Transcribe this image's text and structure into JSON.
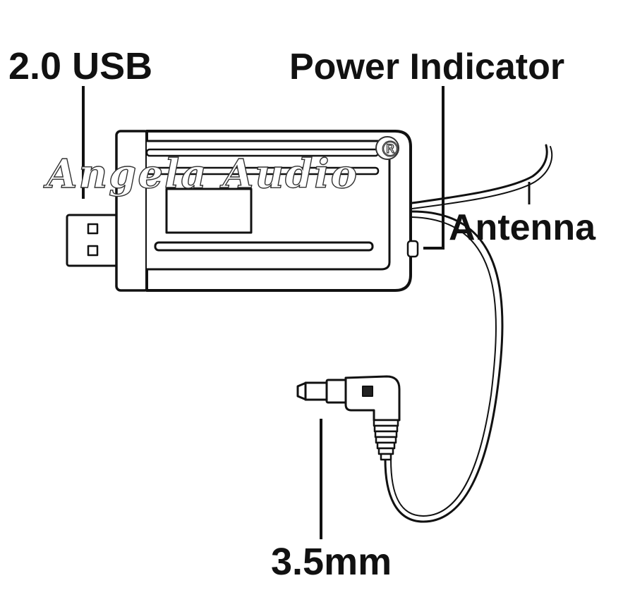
{
  "labels": {
    "usb": "2.0 USB",
    "power_indicator": "Power Indicator",
    "antenna": "Antenna",
    "jack": "3.5mm"
  },
  "watermark": {
    "text": "Angela Audio",
    "registered_mark": "®"
  },
  "colors": {
    "line": "#111111",
    "background": "#ffffff"
  }
}
